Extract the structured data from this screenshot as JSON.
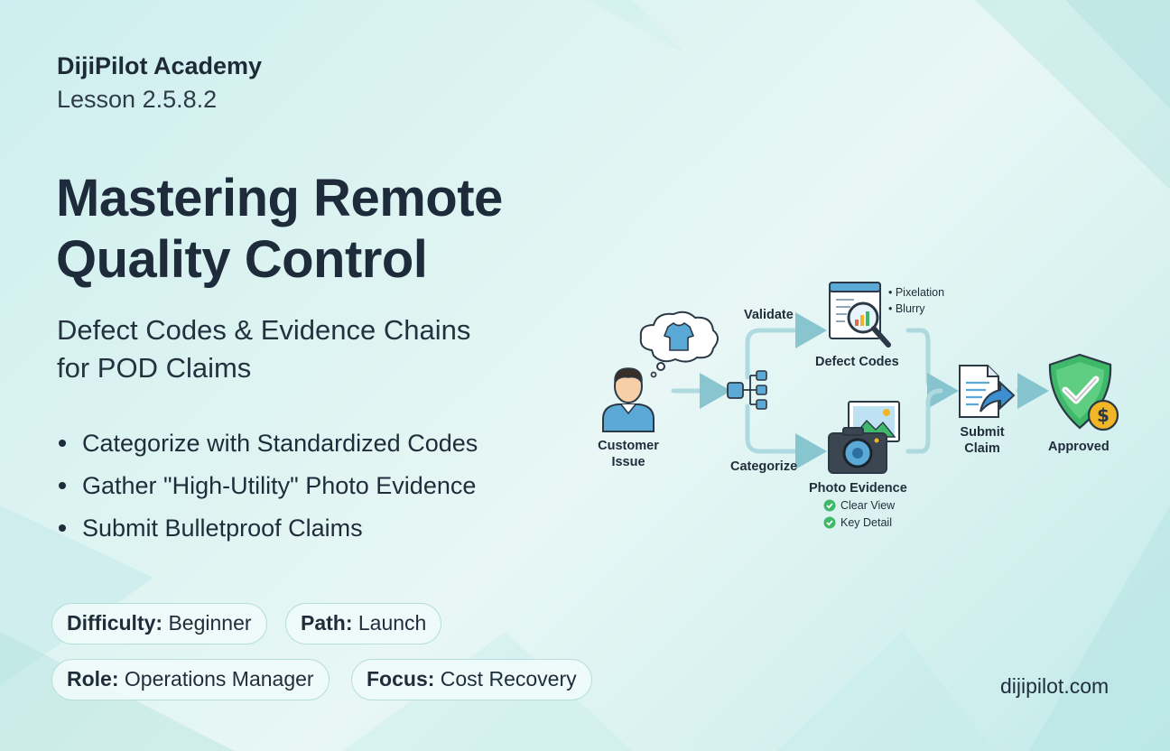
{
  "brand": "DijiPilot Academy",
  "lesson": "Lesson 2.5.8.2",
  "title_line1": "Mastering Remote",
  "title_line2": "Quality Control",
  "subtitle_line1": "Defect Codes & Evidence Chains",
  "subtitle_line2": "for POD Claims",
  "bullets": [
    "Categorize with Standardized Codes",
    "Gather \"High-Utility\" Photo Evidence",
    "Submit Bulletproof Claims"
  ],
  "tags": [
    {
      "key": "Difficulty:",
      "value": "Beginner"
    },
    {
      "key": "Path:",
      "value": "Launch"
    },
    {
      "key": "Role:",
      "value": "Operations Manager"
    },
    {
      "key": "Focus:",
      "value": "Cost Recovery"
    }
  ],
  "website": "dijipilot.com",
  "diagram": {
    "customer_line1": "Customer",
    "customer_line2": "Issue",
    "validate": "Validate",
    "categorize": "Categorize",
    "defect_codes": "Defect Codes",
    "defect_notes": [
      "• Pixelation",
      "• Blurry"
    ],
    "photo_evidence": "Photo Evidence",
    "photo_checks": [
      "Clear View",
      "Key Detail"
    ],
    "submit_line1": "Submit",
    "submit_line2": "Claim",
    "approved": "Approved"
  },
  "colors": {
    "accent_teal": "#5fb3c0",
    "icon_blue": "#3d8fd1",
    "shield_green": "#3fb86a",
    "coin_gold": "#f2b526",
    "text_dark": "#1f2d3b"
  }
}
